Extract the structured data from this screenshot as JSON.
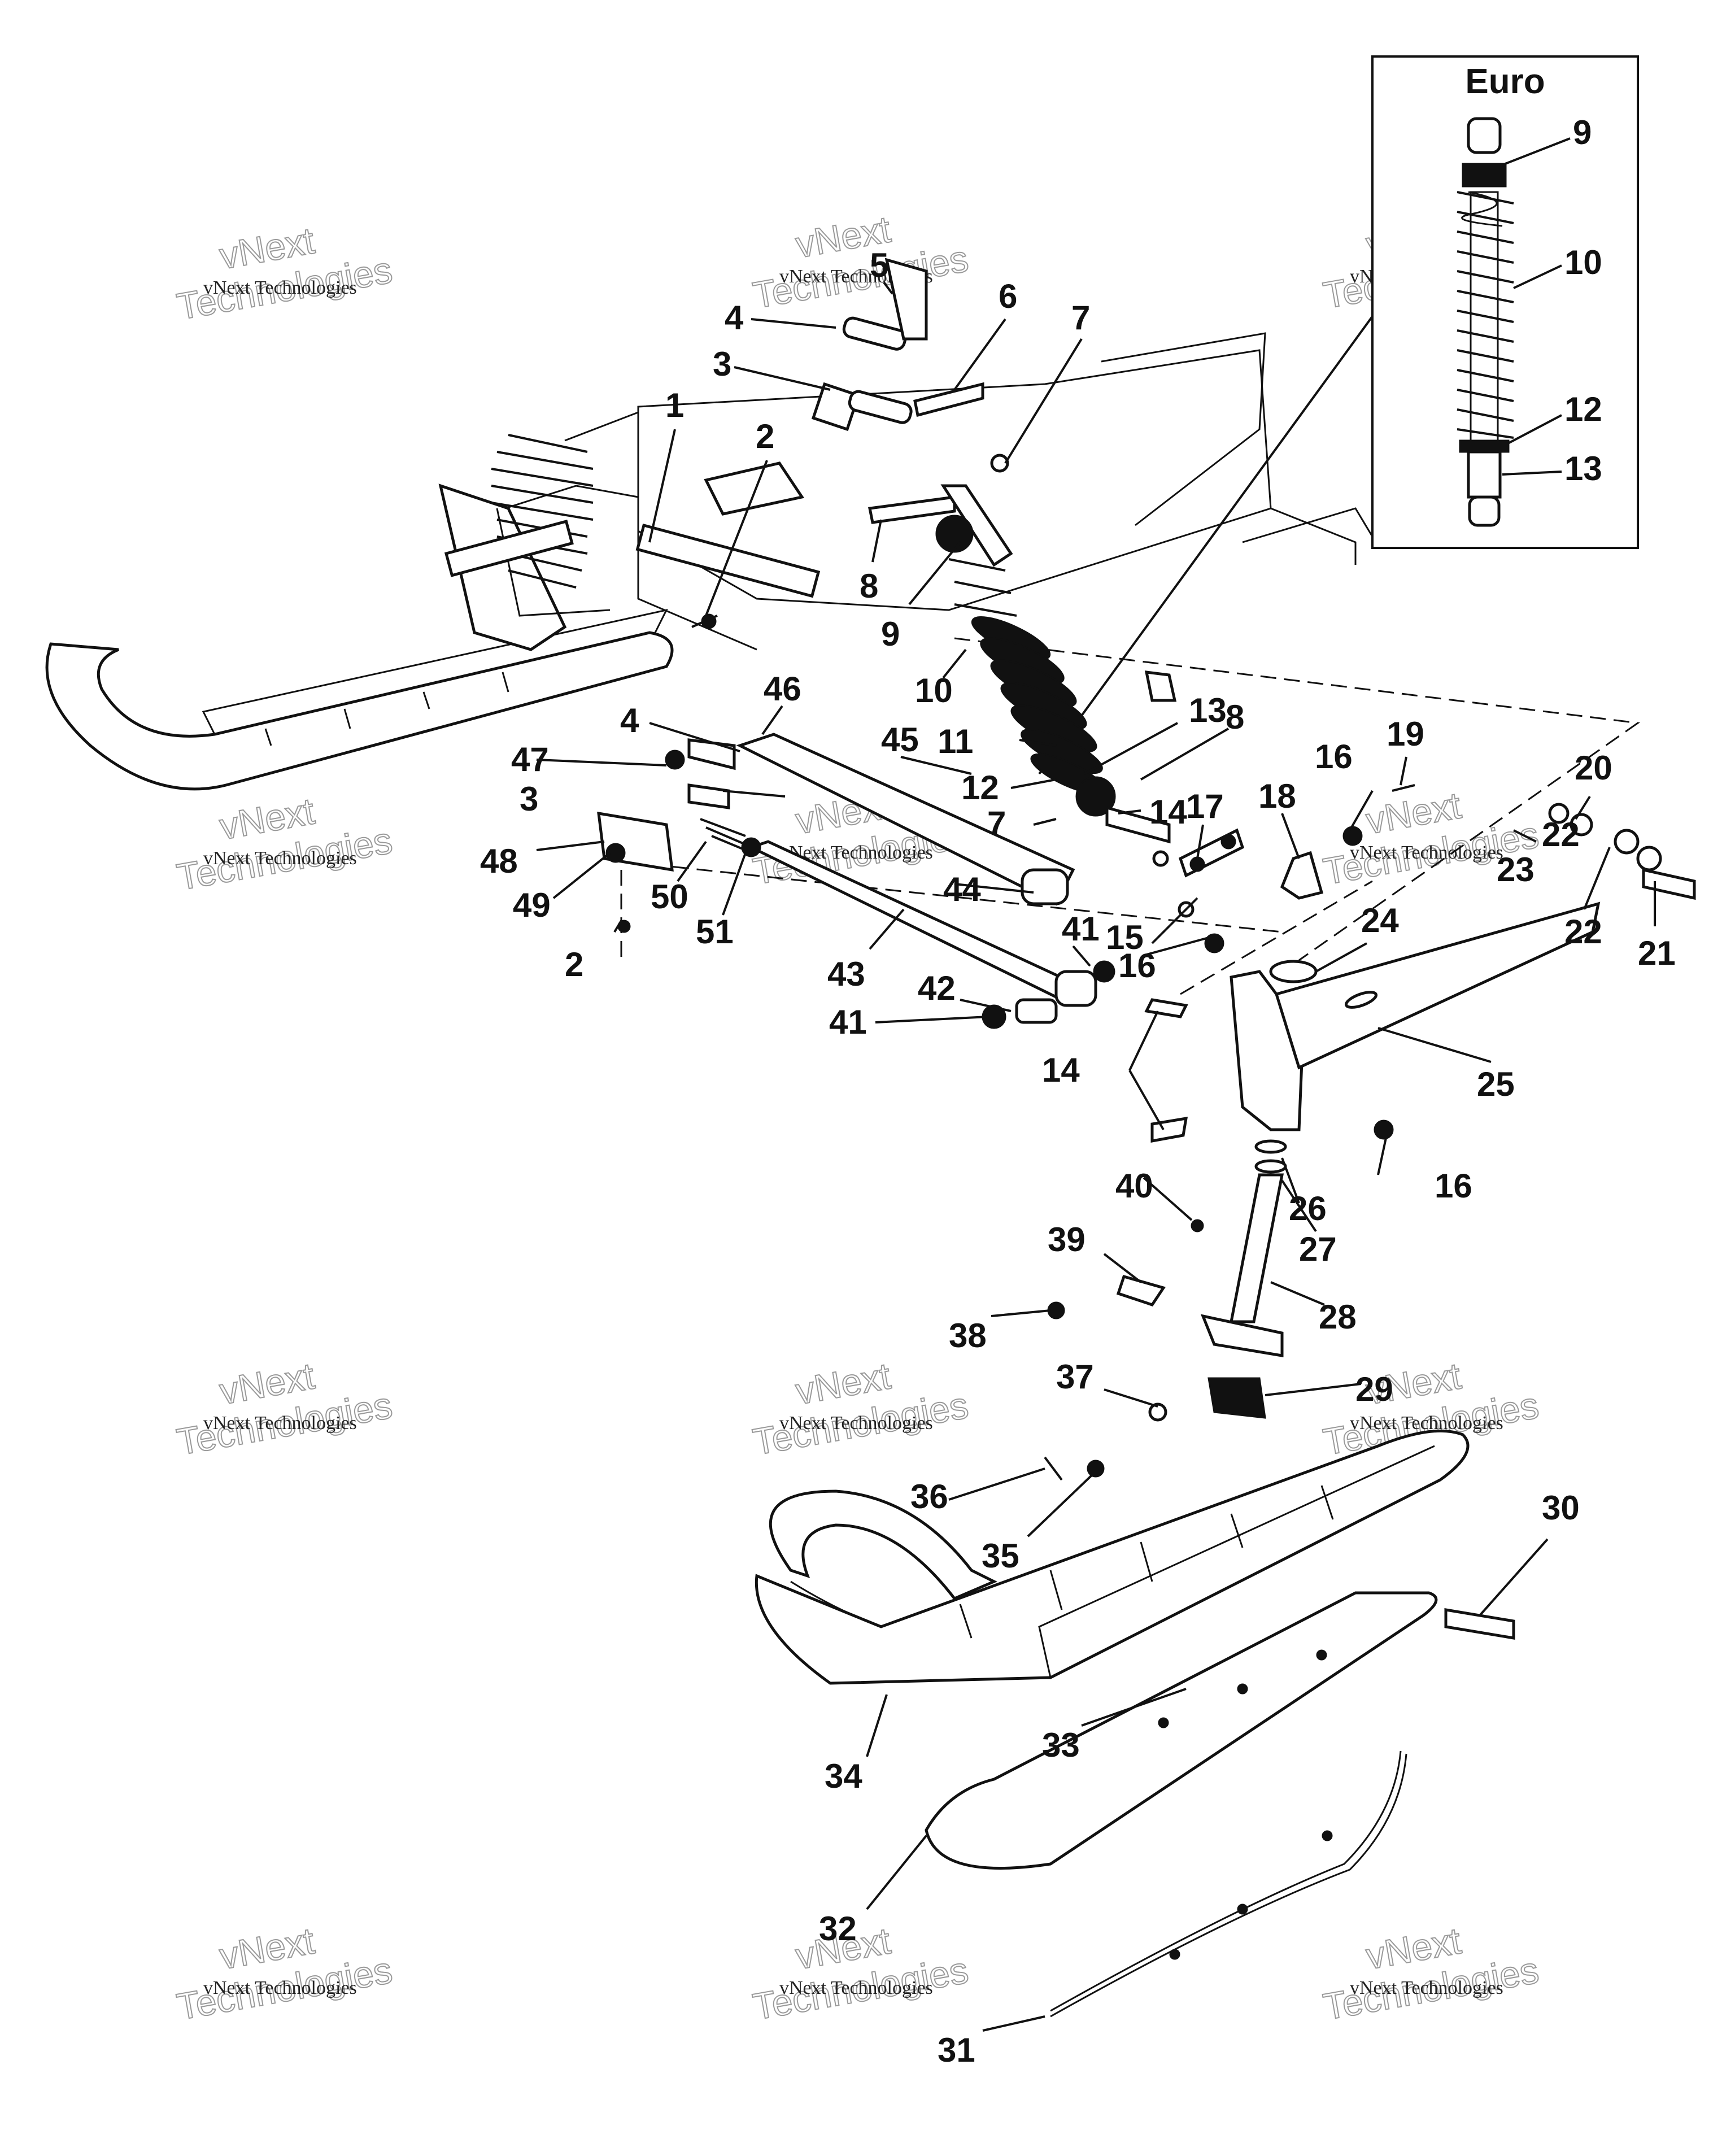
{
  "euro_inset": {
    "title": "Euro",
    "callouts": [
      "9",
      "10",
      "12",
      "13"
    ]
  },
  "callouts": [
    "1",
    "2",
    "2",
    "3",
    "3",
    "4",
    "4",
    "5",
    "6",
    "7",
    "7",
    "8",
    "8",
    "9",
    "10",
    "11",
    "12",
    "13",
    "14",
    "14",
    "15",
    "16",
    "16",
    "16",
    "17",
    "18",
    "19",
    "20",
    "21",
    "22",
    "22",
    "23",
    "24",
    "25",
    "26",
    "27",
    "28",
    "29",
    "30",
    "31",
    "32",
    "33",
    "34",
    "35",
    "36",
    "37",
    "38",
    "39",
    "40",
    "41",
    "41",
    "42",
    "43",
    "44",
    "45",
    "46",
    "47",
    "48",
    "49",
    "50",
    "51"
  ],
  "watermark": {
    "line1": "vNext",
    "line2": "vNext Technologies",
    "line3": "Technologies"
  }
}
